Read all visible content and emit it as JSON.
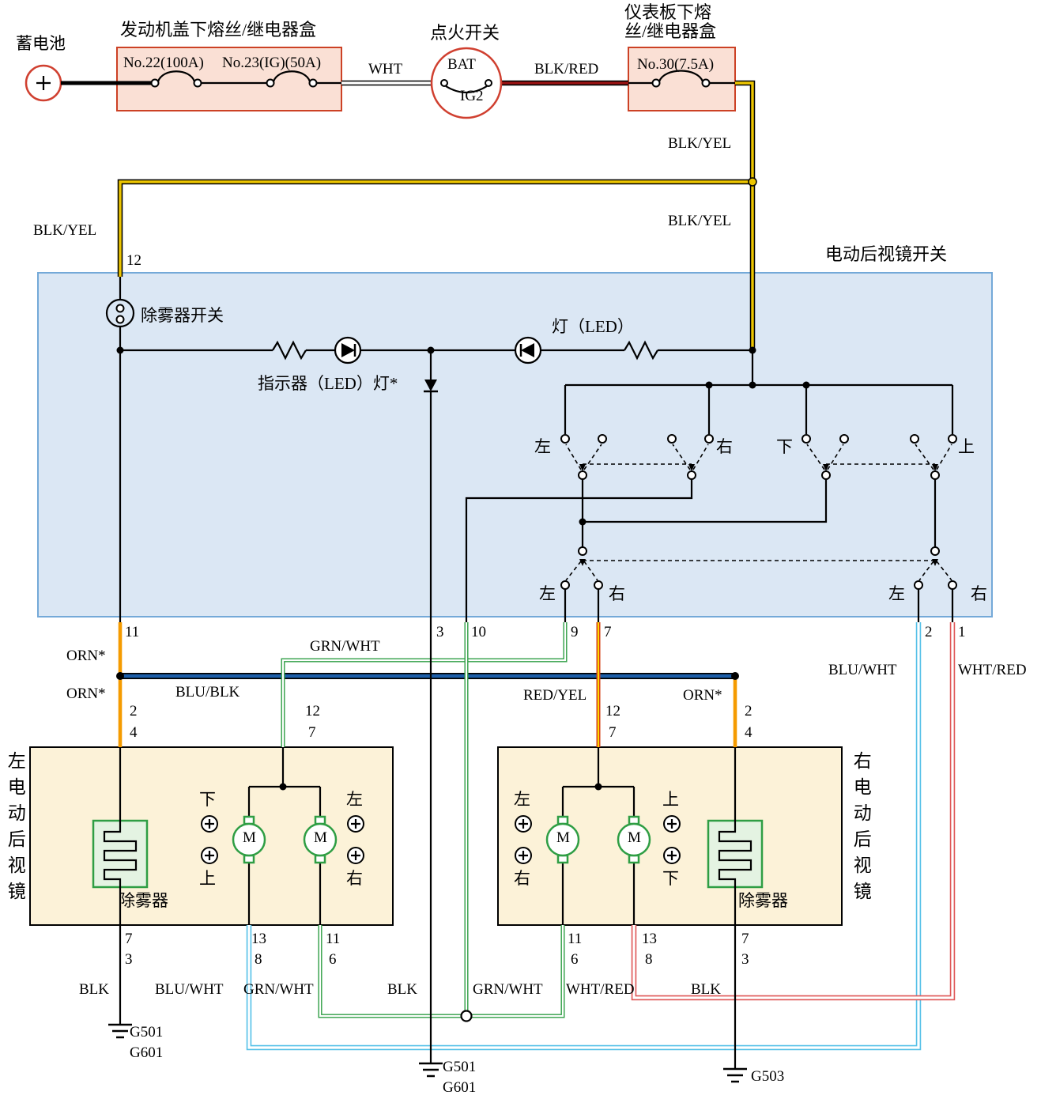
{
  "palette": {
    "box_pink_fill": "#fae0d5",
    "box_pink_border": "#cc4125",
    "box_blue_fill": "#dbe7f4",
    "box_blue_border": "#74a9d8",
    "box_cream_fill": "#fcf2d8",
    "component_green": "#2f9e44",
    "wire_yellow": "#ecc500",
    "wire_orange": "#f59b00",
    "wire_dark_red": "#9b1313",
    "wire_navy": "#1c5ea9",
    "wire_light_blue": "#56c1e8",
    "wire_soft_red": "#df5858",
    "symbol_red": "#d04030"
  },
  "top": {
    "battery": "蓄电池",
    "underhood_box": "发动机盖下熔丝/继电器盒",
    "fuse22": "No.22(100A)",
    "fuse23": "No.23(IG)(50A)",
    "ignition": "点火开关",
    "bat": "BAT",
    "ig2": "IG2",
    "underdash_box_line1": "仪表板下熔",
    "underdash_box_line2": "丝/继电器盒",
    "fuse30": "No.30(7.5A)"
  },
  "wire": {
    "wht": "WHT",
    "blk_red": "BLK/RED",
    "blk_yel": "BLK/YEL",
    "orn": "ORN*",
    "blu_blk": "BLU/BLK",
    "grn_wht": "GRN/WHT",
    "red_yel": "RED/YEL",
    "blu_wht": "BLU/WHT",
    "wht_red": "WHT/RED",
    "blk": "BLK"
  },
  "switch": {
    "title": "电动后视镜开关",
    "defogger_switch": "除雾器开关",
    "indicator_led": "指示器（LED）灯*",
    "led": "灯（LED）"
  },
  "dir": {
    "left": "左",
    "right": "右",
    "up": "上",
    "down": "下"
  },
  "pin": {
    "n1": "1",
    "n2": "2",
    "n3": "3",
    "n4": "4",
    "n6": "6",
    "n7": "7",
    "n8": "8",
    "n9": "9",
    "n10": "10",
    "n11": "11",
    "n12": "12",
    "n13": "13"
  },
  "left_mirror": {
    "title": "左电动后视镜",
    "defogger": "除雾器",
    "motor": "M"
  },
  "right_mirror": {
    "title": "右电动后视镜",
    "defogger": "除雾器",
    "motor": "M"
  },
  "ground": {
    "g501": "G501",
    "g601": "G601",
    "g503": "G503"
  }
}
